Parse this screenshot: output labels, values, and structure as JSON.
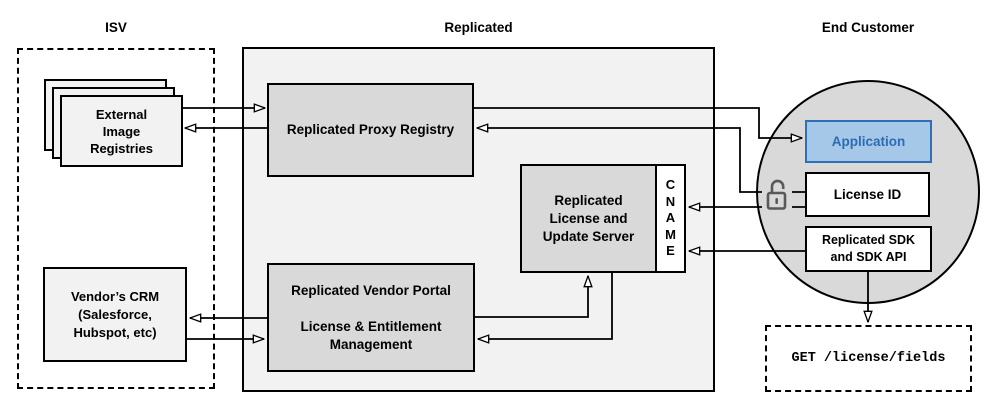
{
  "diagram": {
    "sections": {
      "isv": {
        "title": "ISV"
      },
      "replicated": {
        "title": "Replicated"
      },
      "end_customer": {
        "title": "End Customer"
      }
    },
    "nodes": {
      "external_registries": {
        "label": "External\nImage\nRegistries"
      },
      "vendors_crm": {
        "label": "Vendor’s CRM\n(Salesforce,\nHubspot, etc)"
      },
      "proxy_registry": {
        "label": "Replicated Proxy Registry"
      },
      "vendor_portal": {
        "label": "Replicated Vendor Portal\n\nLicense & Entitlement\nManagement"
      },
      "license_update_server": {
        "label": "Replicated\nLicense and\nUpdate Server"
      },
      "cname": {
        "label": "CNAME"
      },
      "application": {
        "label": "Application"
      },
      "license_id": {
        "label": "License ID"
      },
      "replicated_sdk": {
        "label": "Replicated SDK\nand SDK API"
      },
      "get_license_fields": {
        "label": "GET /license/fields"
      }
    },
    "icons": {
      "padlock": "unlocked-padlock-icon"
    },
    "colors": {
      "section_fill": "#f2f2f2",
      "node_fill_gray": "#d9d9d9",
      "node_fill_light": "#f2f2f2",
      "circle_fill": "#d9d9d9",
      "application_fill": "#a5c8e9",
      "application_border": "#2e70b8",
      "application_text": "#2d6cb3",
      "line_color": "#000000",
      "padlock_color": "#595959"
    }
  }
}
